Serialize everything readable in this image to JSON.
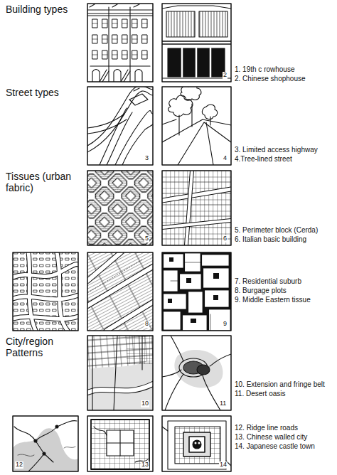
{
  "diagram": {
    "labels": [
      "Building types",
      "2",
      "1. 19th c rowhouse",
      "2. Chinese shophouse",
      "Street types",
      "3",
      "4",
      "3. Limited access highway",
      "4.Tree-lined street",
      "Tissues (urban fabric)",
      "5",
      "6",
      "5. Perimeter block (Cerda)",
      "6. Italian basic building",
      "8",
      "9",
      "7. Residential suburb",
      "8. Burgage plots",
      "9. Middle Eastern tissue",
      "City/region Patterns",
      "10",
      "11",
      "10. Extension and fringe belt",
      "11. Desert oasis",
      "12",
      "13",
      "14",
      "12. Ridge line roads",
      "13. Chinese walled city",
      "14. Japanese castle town"
    ]
  }
}
